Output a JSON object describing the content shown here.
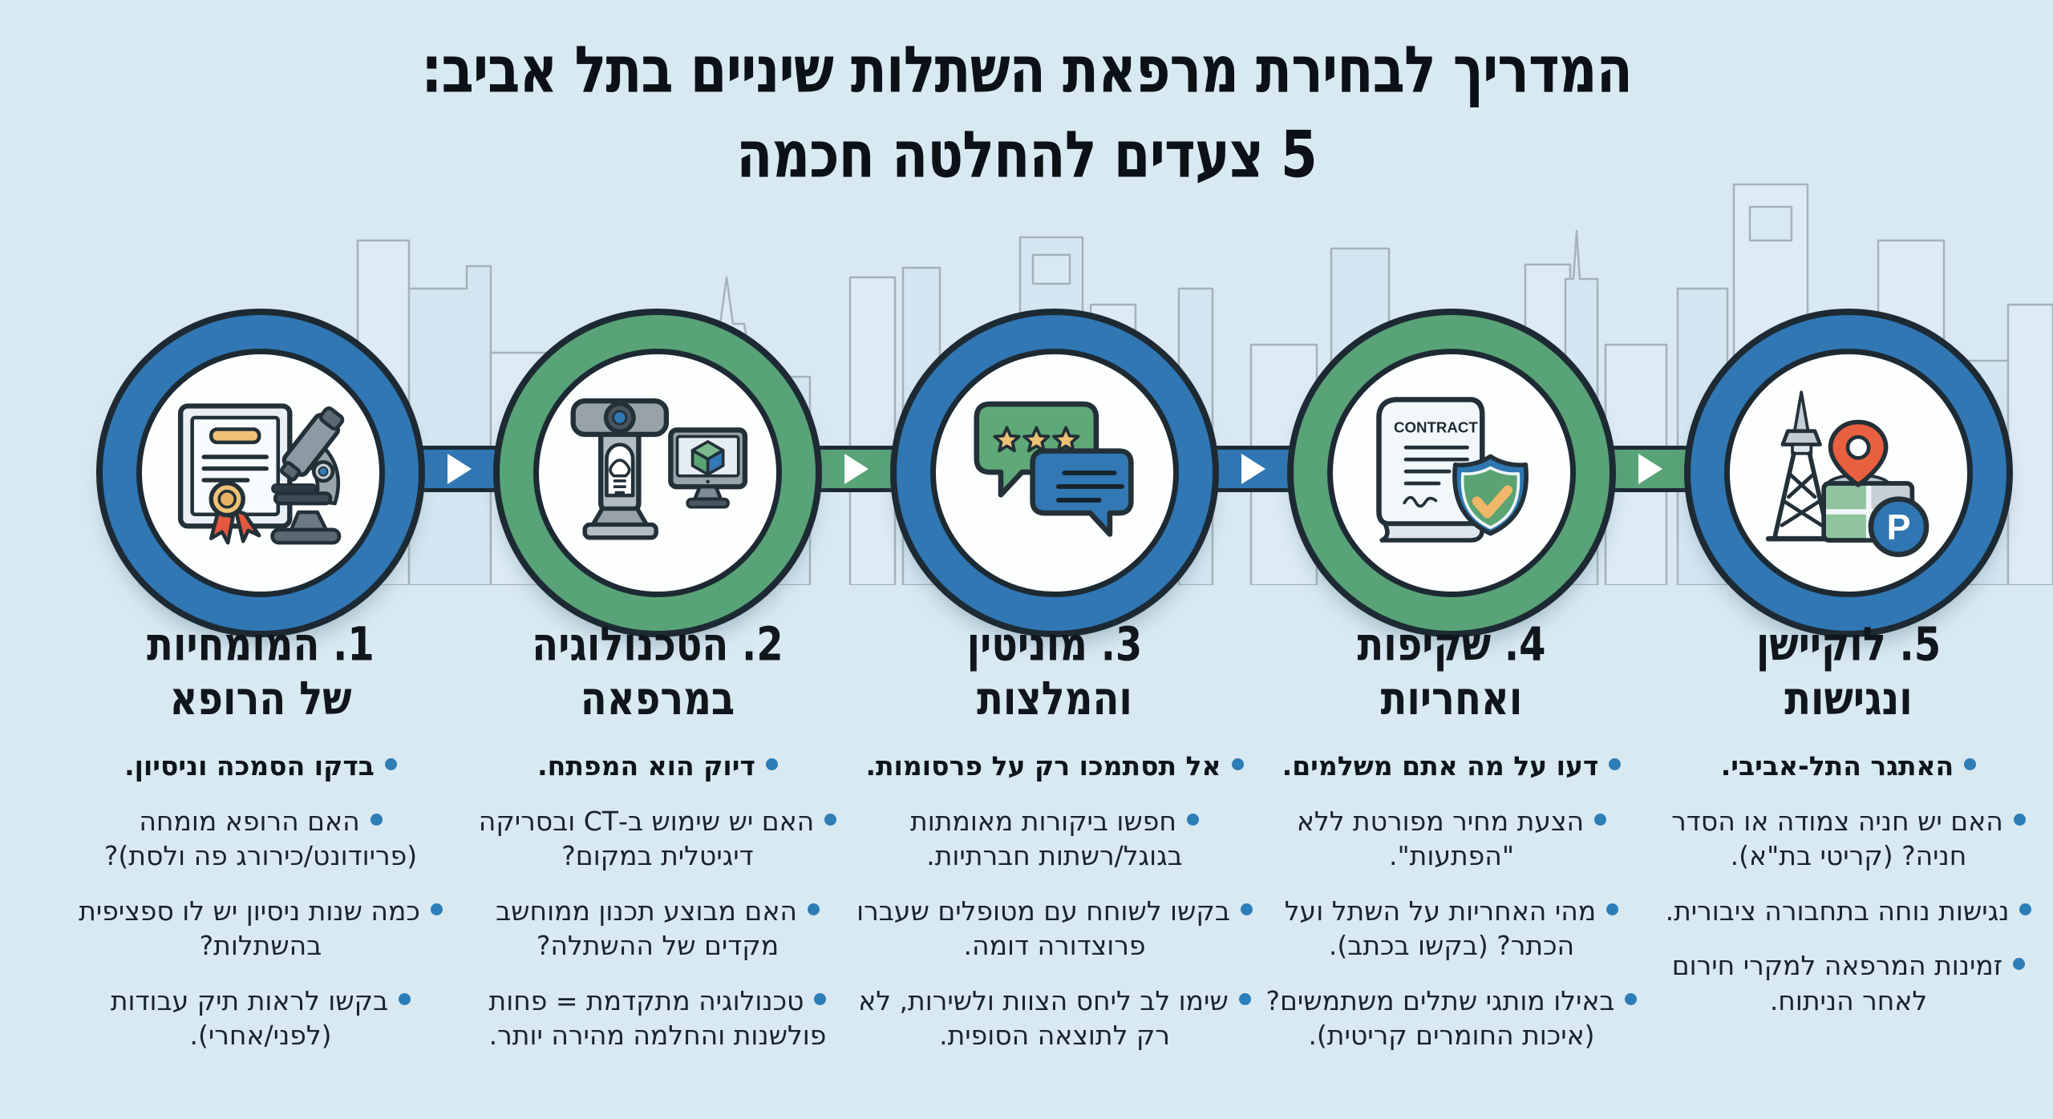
{
  "title": {
    "line1": "המדריך לבחירת מרפאת השתלות שיניים בתל אביב:",
    "line2": "5 צעדים להחלטה חכמה"
  },
  "colors": {
    "background": "#d9e9f2",
    "skyline_fill": "#d4e6f1",
    "skyline_stroke": "#a6b2b9",
    "ring_blue": "#3077b4",
    "ring_green": "#58a377",
    "outline_dark": "#1d2a33",
    "bullet_dot": "#2d7db7",
    "star_gold": "#efc175",
    "ribbon_red": "#e4593f",
    "pin_red": "#e8603f",
    "title_text": "#0b1116",
    "body_text": "#1a232c"
  },
  "connectors": [
    {
      "color": "#3077b4",
      "icon": "right-arrow-icon"
    },
    {
      "color": "#58a377",
      "icon": "right-arrow-icon"
    },
    {
      "color": "#3077b4",
      "icon": "right-arrow-icon"
    },
    {
      "color": "#58a377",
      "icon": "right-arrow-icon"
    }
  ],
  "steps": [
    {
      "title": "1. המומחיות\nשל הרופא",
      "ring_color": "#3077b4",
      "icon": "certificate-and-microscope",
      "bullets": [
        "בדקו הסמכה וניסיון.",
        "האם הרופא מומחה (פריודונט/כירורג פה ולסת)?",
        "כמה שנות ניסיון יש לו ספציפית בהשתלות?",
        "בקשו לראות תיק עבודות (לפני/אחרי)."
      ]
    },
    {
      "title": "2. הטכנולוגיה\nבמרפאה",
      "ring_color": "#58a377",
      "icon": "ct-scanner-and-monitor",
      "bullets": [
        "דיוק הוא המפתח.",
        "האם יש שימוש ב-CT ובסריקה דיגיטלית במקום?",
        "האם מבוצע תכנון ממוחשב מקדים של ההשתלה?",
        "טכנולוגיה מתקדמת = פחות פולשנות והחלמה מהירה יותר."
      ]
    },
    {
      "title": "3. מוניטין\nוהמלצות",
      "ring_color": "#3077b4",
      "icon": "review-chat-bubbles",
      "bullets": [
        "אל תסתמכו רק על פרסומות.",
        "חפשו ביקורות מאומתות בגוגל/רשתות חברתיות.",
        "בקשו לשוחח עם מטופלים שעברו פרוצדורה דומה.",
        "שימו לב ליחס הצוות ולשירות, לא רק לתוצאה הסופית."
      ]
    },
    {
      "title": "4. שקיפות\nואחריות",
      "ring_color": "#58a377",
      "icon": "contract-and-shield",
      "icon_label": "CONTRACT",
      "bullets": [
        "דעו על מה אתם משלמים.",
        "הצעת מחיר מפורטת ללא \"הפתעות\".",
        "מהי האחריות על השתל ועל הכתר? (בקשו בכתב).",
        "באילו מותגי שתלים משתמשים? (איכות החומרים קריטית)."
      ]
    },
    {
      "title": "5. לוקיישן\nונגישות",
      "ring_color": "#3077b4",
      "icon": "tower-map-pin-parking",
      "icon_label": "P",
      "bullets": [
        "האתגר התל-אביבי.",
        "האם יש חניה צמודה או הסדר חניה? (קריטי בת\"א).",
        "נגישות נוחה בתחבורה ציבורית.",
        "זמינות המרפאה למקרי חירום לאחר הניתוח."
      ]
    }
  ]
}
